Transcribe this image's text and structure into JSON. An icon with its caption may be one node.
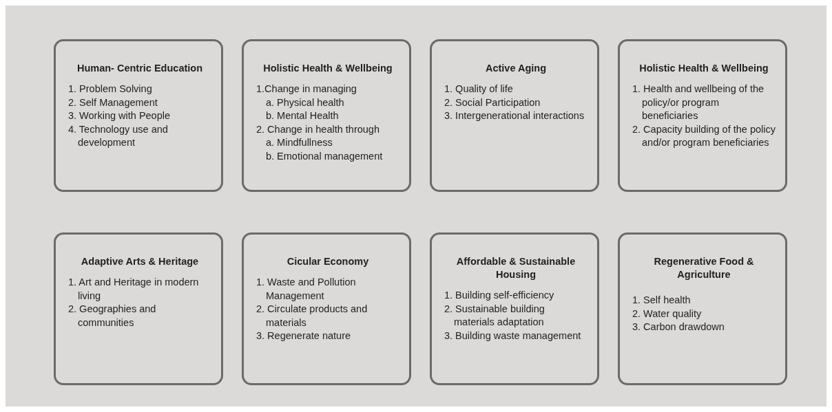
{
  "diagram": {
    "nodes": [
      {
        "text": [
          "Human- Centric Education",
          "1. Problem Solving",
          "2. Self Management",
          "3. Working with People",
          "4. Technology use and development"
        ]
      },
      {
        "text": [
          "Holistic Health & Wellbeing",
          "1.Change in managing",
          "a. Physical health",
          "b. Mental Health",
          "2. Change in health through",
          "a. Mindfullness",
          "b. Emotional management"
        ]
      },
      {
        "text": [
          "Active Aging",
          "1. Quality of life",
          "2. Social Participation",
          "3. Intergenerational interactions"
        ]
      },
      {
        "text": [
          "Holistic Health & Wellbeing",
          "1. Health and wellbeing of the policy/or program beneficiaries",
          "2. Capacity building of the policy and/or program beneficiaries"
        ]
      },
      {
        "text": [
          "Adaptive Arts & Heritage",
          "1. Art and Heritage in modern living",
          "2. Geographies and communities"
        ]
      },
      {
        "text": [
          "Cicular Economy",
          "1. Waste and Pollution Management",
          "2. Circulate products and materials",
          "3. Regenerate nature"
        ]
      },
      {
        "text": [
          "Affordable & Sustainable Housing",
          "1. Building self-efficiency",
          "2. Sustainable building materials adaptation",
          "3. Building waste management"
        ]
      },
      {
        "text": [
          "Regenerative Food & Agriculture",
          "1. Self health",
          "2. Water quality",
          "3. Carbon drawdown"
        ]
      }
    ]
  }
}
